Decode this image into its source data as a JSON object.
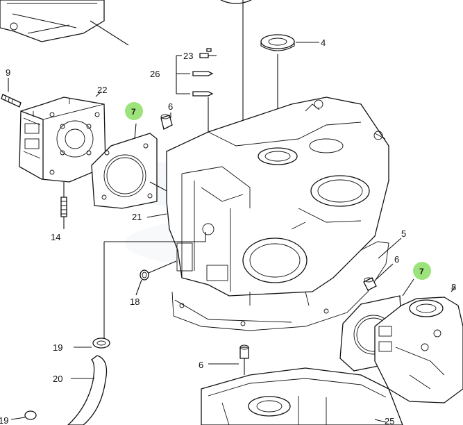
{
  "labels": {
    "p4": "4",
    "p5": "5",
    "p6a": "6",
    "p6b": "6",
    "p6c": "6",
    "p7a": "7",
    "p7b": "7",
    "p8": "8",
    "p9": "9",
    "p14": "14",
    "p18": "18",
    "p19a": "19",
    "p19b": "19",
    "p20": "20",
    "p21": "21",
    "p22": "22",
    "p23": "23",
    "p25": "25",
    "p26": "26"
  },
  "colors": {
    "callout_highlight": "#9be37a",
    "line": "#111111"
  }
}
